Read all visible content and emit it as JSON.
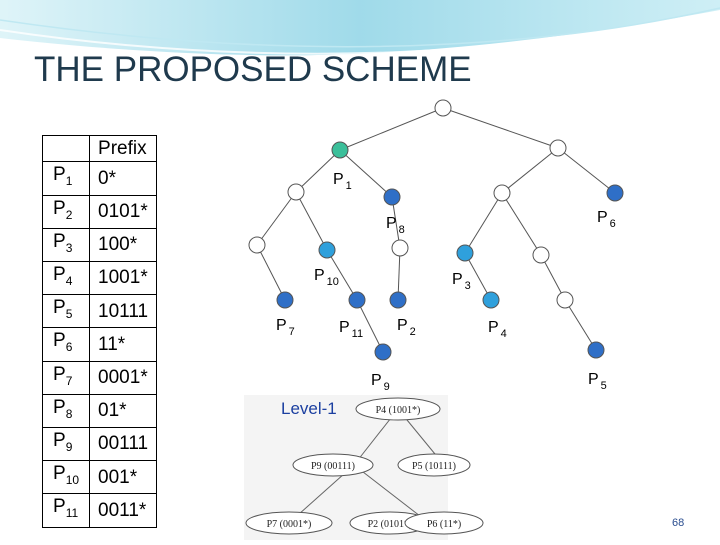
{
  "title": "THE PROPOSED SCHEME",
  "table": {
    "header": [
      "",
      "Prefix"
    ],
    "rows": [
      {
        "name": "P",
        "sub": "1",
        "prefix": "0*"
      },
      {
        "name": "P",
        "sub": "2",
        "prefix": "0101*"
      },
      {
        "name": "P",
        "sub": "3",
        "prefix": "100*"
      },
      {
        "name": "P",
        "sub": "4",
        "prefix": "1001*"
      },
      {
        "name": "P",
        "sub": "5",
        "prefix": "10111"
      },
      {
        "name": "P",
        "sub": "6",
        "prefix": "11*"
      },
      {
        "name": "P",
        "sub": "7",
        "prefix": "0001*"
      },
      {
        "name": "P",
        "sub": "8",
        "prefix": "01*"
      },
      {
        "name": "P",
        "sub": "9",
        "prefix": "00111"
      },
      {
        "name": "P",
        "sub": "10",
        "prefix": "001*"
      },
      {
        "name": "P",
        "sub": "11",
        "prefix": "0011*"
      }
    ]
  },
  "trie_labels": [
    {
      "name": "P",
      "sub": "1"
    },
    {
      "name": "P",
      "sub": "8"
    },
    {
      "name": "P",
      "sub": "6"
    },
    {
      "name": "P",
      "sub": "10"
    },
    {
      "name": "P",
      "sub": "3"
    },
    {
      "name": "P",
      "sub": "7"
    },
    {
      "name": "P",
      "sub": "11"
    },
    {
      "name": "P",
      "sub": "2"
    },
    {
      "name": "P",
      "sub": "4"
    },
    {
      "name": "P",
      "sub": "9"
    },
    {
      "name": "P",
      "sub": "5"
    }
  ],
  "level_label": "Level-1",
  "inset_nodes": [
    "P4 (1001*)",
    "P9 (00111)",
    "P5 (10111)",
    "P7 (0001*)",
    "P2 (0101*)",
    "P6 (11*)"
  ],
  "page_number": "68",
  "colors": {
    "title": "#1f3a4d",
    "node_blue": "#2f6fc7",
    "node_teal": "#3bbf9a",
    "node_light": "#2fa0dc",
    "edge": "#555555",
    "banner": "#7fd0e6"
  }
}
